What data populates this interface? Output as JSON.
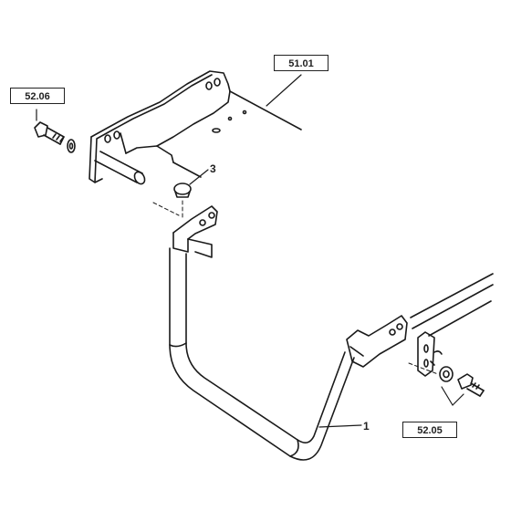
{
  "diagram": {
    "references": {
      "top_assembly": "51.01",
      "left_bolt": "52.06",
      "right_hardware": "52.05"
    },
    "callouts": {
      "pin": "3",
      "bracket": "1"
    }
  }
}
